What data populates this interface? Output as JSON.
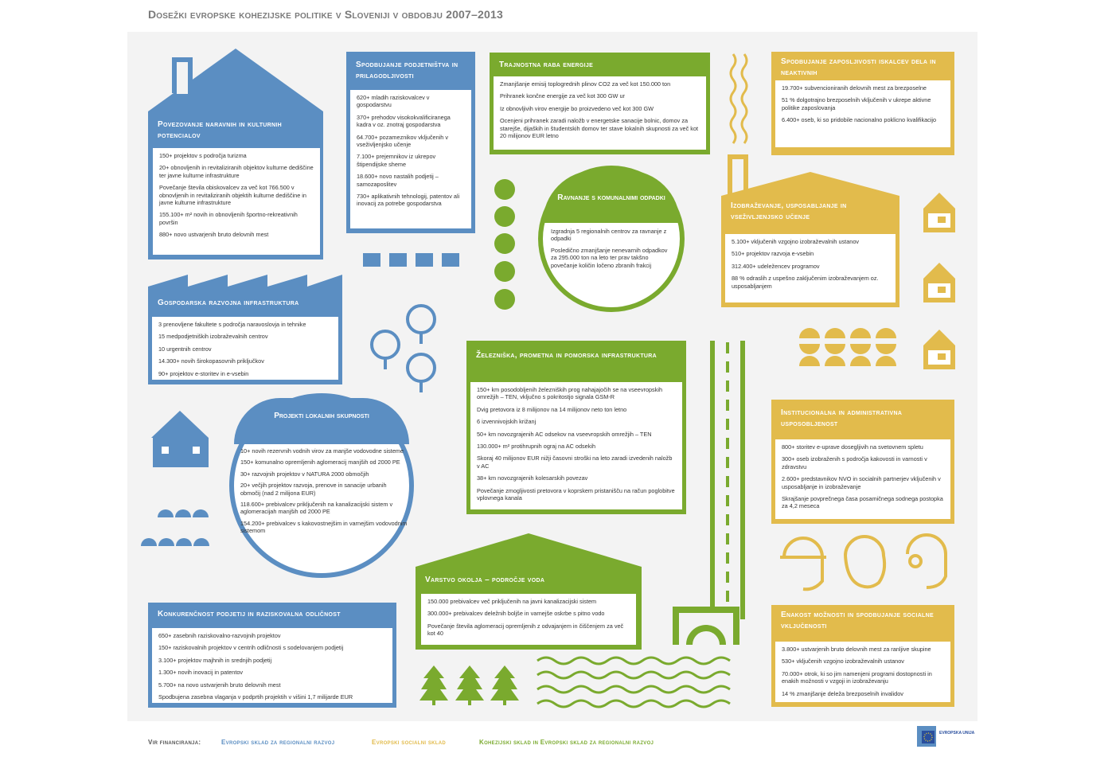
{
  "title": "Dosežki evropske kohezijske politike v Sloveniji v obdobju 2007–2013",
  "colors": {
    "blue": "#5b8ec2",
    "green": "#7aaa2e",
    "yellow": "#e2bb4c"
  },
  "panels": {
    "povezovanje": {
      "heading": "Povezovanje naravnih in kulturnih potencialov",
      "items": [
        "150+ projektov s področja turizma",
        "20+ obnovljenih in revitaliziranih objektov kulturne dediščine ter javne kulturne infrastrukture",
        "Povečanje števila obiskovalcev za več kot 766.500 v obnovljenih in revitaliziranih objektih kulturne dediščine in javne kulturne infrastrukture",
        "155.100+ m² novih in obnovljenih športno-rekreativnih površin",
        "880+ novo ustvarjenih bruto delovnih mest"
      ]
    },
    "podjetnistvo": {
      "heading": "Spodbujanje podjetništva in prilagodljivosti",
      "items": [
        "620+ mladih raziskovalcev v gospodarstvu",
        "370+ prehodov visokokvalificiranega kadra v oz. znotraj gospodarstva",
        "64.700+ pozameznikov vključenih v vseživljenjsko učenje",
        "7.100+ prejemnikov iz ukrepov štipendijske sheme",
        "18.600+ novo nastalih podjetij – samozaposlitev",
        "730+ aplikativnih tehnologij, patentov ali inovacij za potrebe gospodarstva"
      ]
    },
    "energija": {
      "heading": "Trajnostna raba energije",
      "items": [
        "Zmanjšanje emisij toplogrednih plinov CO2 za več kot 150.000 ton",
        "Prihranek končne energije za več kot 300 GW ur",
        "Iz obnovljivih virov energije bo proizvedeno več kot 300 GW",
        "Ocenjeni prihranek zaradi naložb v energetske sanacije bolnic, domov za starejše, dijaških in študentskih domov ter stave lokalnih skupnosti za več kot 20 milijonov EUR letno"
      ]
    },
    "zaposljivost": {
      "heading": "Spodbujanje zaposljivosti iskalcev dela in neaktivnih",
      "items": [
        "19.700+ subvencioniranih delovnih mest za brezposelne",
        "51 % dolgotrajno brezposelnih vključenih v ukrepe aktivne politike zaposlovanja",
        "6.400+ oseb, ki so pridobile nacionalno poklicno kvalifikacijo"
      ]
    },
    "izobrazevanje": {
      "heading": "Izobraževanje, usposabljanje in vseživljenjsko učenje",
      "items": [
        "5.100+ vključenih vzgojno izobraževalnih ustanov",
        "510+ projektov razvoja e-vsebin",
        "312.400+ udeležencev programov",
        "88 % odraslih z uspešno zaključenim izobraževanjem oz. usposabljanjem"
      ]
    },
    "gospodarska": {
      "heading": "Gospodarska razvojna infrastruktura",
      "items": [
        "3 prenovljene fakultete s področja naravoslovja in tehnike",
        "15 medpodjetniških izobraževalnih centrov",
        "10 urgentnih centrov",
        "14.300+ novih širokopasovnih priključkov",
        "90+ projektov e-storitev in e-vsebin"
      ]
    },
    "zeleznica": {
      "heading": "Železniška, prometna in pomorska infrastruktura",
      "items": [
        "150+ km posodobljenih železniških prog nahajajočih se na vseevropskih omrežjih – TEN, vključno s pokritostjo signala GSM-R",
        "Dvig pretovora iz 8 milijonov na 14 milijonov neto ton letno",
        "6 izvennivojskih križanj",
        "50+ km novozgrajenih AC odsekov na vseevropskih omrežjih – TEN",
        "130.000+ m² protihrupnih ograj na AC odsekih",
        "Skoraj 40 milijonov EUR nižji časovni stroški na leto zaradi izvedenih naložb v AC",
        "38+ km novozgrajenih kolesarskih povezav",
        "Povečanje zmogljivosti pretovora v koprskem pristanišču na račun poglobitve vplovnega kanala"
      ]
    },
    "institucionalna": {
      "heading": "Institucionalna in administrativna usposobljenost",
      "items": [
        "800+ storitev e-uprave dosegljivih na svetovnem spletu",
        "300+ oseb izobraženih s področja kakovosti in varnosti v zdravstvu",
        "2.600+ predstavnikov NVO in socialnih partnerjev vključenih v usposabljanje in izobraževanje",
        "Skrajšanje povprečnega časa posamičnega sodnega postopka za 4,2 meseca"
      ]
    },
    "okolje": {
      "heading": "Varstvo okolja – področje voda",
      "items": [
        "150.000 prebivalcev več priključenih na javni kanalizacijski sistem",
        "300.000+ prebivalcev deležnih boljše in varnejše oskrbe s pitno vodo",
        "Povečanje števila aglomeracij opremljenih z odvajanjem in čiščenjem za več kot 40"
      ]
    },
    "konkurencnost": {
      "heading": "Konkurenčnost podjetij in raziskovalna odličnost",
      "items": [
        "650+ zasebnih raziskovalno-razvojnih projektov",
        "150+ raziskovalnih projektov v centrih odličnosti s sodelovanjem podjetij",
        "3.100+ projektov majhnih in srednjih podjetij",
        "1.300+ novih inovacij in patentov",
        "5.700+ na novo ustvarjenih bruto delovnih mest",
        "Spodbujena zasebna vlaganja v podprtih projektih v višini 1,7 milijarde EUR"
      ]
    },
    "enakost": {
      "heading": "Enakost možnosti in spodbujanje socialne vključenosti",
      "items": [
        "3.800+ ustvarjenih bruto delovnih mest za ranljive skupine",
        "530+ vključenih vzgojno izobraževalnih ustanov",
        "70.000+ otrok, ki so jim namenjeni programi dostopnosti in enakih možnosti v vzgoji in izobraževanju",
        "14 % zmanjšanje deleža brezposelnih invalidov"
      ]
    },
    "odpadki": {
      "heading": "Ravnanje s komunalnimi odpadki",
      "items": [
        "Izgradnja 5 regionalnih centrov za ravnanje z odpadki",
        "Posledično zmanjšanje nenevarnih odpadkov za 295.000 ton na leto ter prav takšno povečanje količin ločeno zbranih frakcij"
      ]
    },
    "lokalne": {
      "heading": "Projekti lokalnih skupnosti",
      "items": [
        "10+ novih rezervnih vodnih virov za manjše vodovodne sisteme",
        "150+ komunalno opremljenih aglomeracij manjših od 2000 PE",
        "30+ razvojnih projektov v NATURA 2000 območjih",
        "20+ večjih projektov razvoja, prenove in sanacije urbanih območij (nad 2 milijona EUR)",
        "118.600+ prebivalcev priključenih na kanalizacijski sistem v aglomeracijah manjših od 2000 PE",
        "154.200+ prebivalcev s kakovostnejšim in varnejšim vodovodnim sistemom"
      ]
    }
  },
  "footer": {
    "label": "Vir financiranja:",
    "fund_blue": "Evropski sklad za regionalni razvoj",
    "fund_yellow": "Evropski socialni sklad",
    "fund_green": "Kohezijski sklad in Evropski sklad za regionalni razvoj"
  },
  "logo": {
    "text": "EVROPSKA UNIJA"
  }
}
